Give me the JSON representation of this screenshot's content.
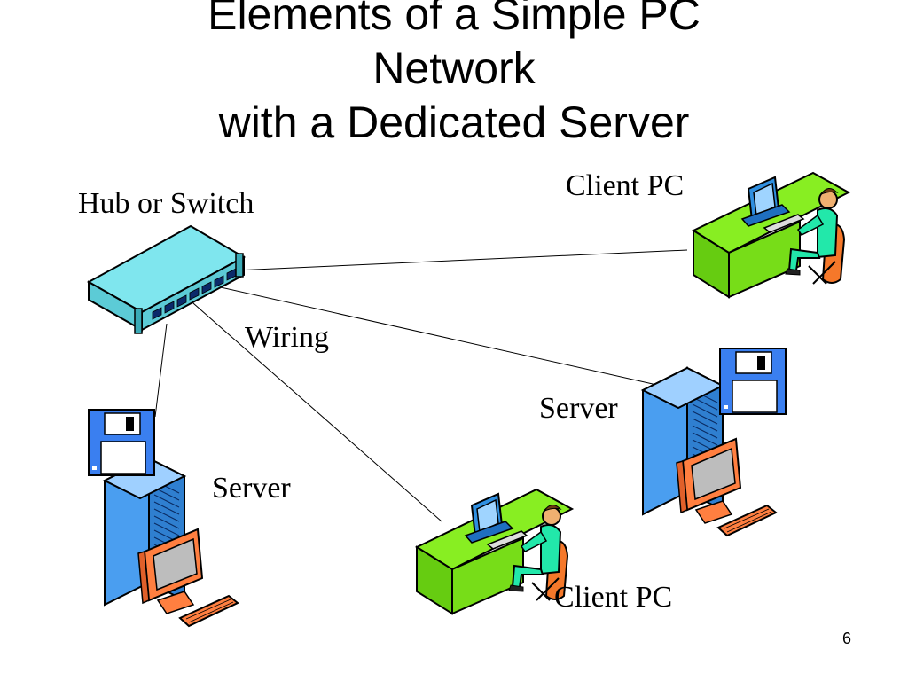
{
  "slide": {
    "title_lines": [
      "Elements of a Simple PC",
      "Network",
      "with a Dedicated Server"
    ],
    "page_number": "6"
  },
  "labels": {
    "hub": "Hub or Switch",
    "client_top": "Client PC",
    "wiring": "Wiring",
    "server_right": "Server",
    "server_left": "Server",
    "client_bottom": "Client PC"
  },
  "colors": {
    "hub_body": "#7fe6ee",
    "desk": "#88ee22",
    "server_tower": "#4a9ef0",
    "monitor_orange": "#ff7f40",
    "person_shirt": "#22e8aa",
    "chair": "#f5782a",
    "floppy": "#3a7ff0",
    "pc_monitor": "#2f8fe0"
  }
}
